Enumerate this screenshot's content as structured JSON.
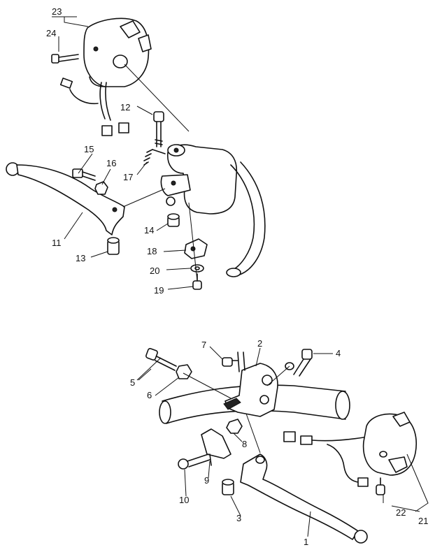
{
  "callouts": [
    "23",
    "24",
    "12",
    "15",
    "16",
    "17",
    "11",
    "13",
    "14",
    "18",
    "20",
    "19",
    "7",
    "2",
    "4",
    "5",
    "6",
    "8",
    "9",
    "10",
    "3",
    "1",
    "22",
    "21"
  ]
}
